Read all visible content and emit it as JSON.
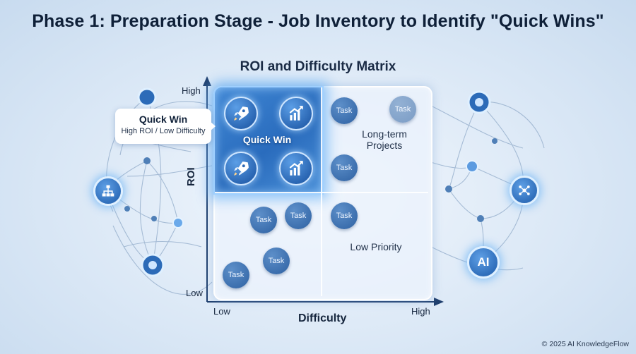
{
  "title": "Phase 1: Preparation Stage - Job Inventory to Identify \"Quick Wins\"",
  "matrix_title": "ROI and Difficulty Matrix",
  "axes": {
    "y_label": "ROI",
    "y_high": "High",
    "y_low": "Low",
    "x_label": "Difficulty",
    "x_low": "Low",
    "x_high": "High"
  },
  "quadrants": {
    "quick_win": "Quick Win",
    "long_term": "Long-term Projects",
    "low_priority": "Low Priority"
  },
  "callout": {
    "title": "Quick Win",
    "subtitle": "High ROI / Low Difficulty"
  },
  "task_label": "Task",
  "side_icons": {
    "ai_label": "AI"
  },
  "footer": "© 2025 AI KnowledgeFlow",
  "colors": {
    "quick_win_fill": "#2f72c2",
    "task_fill": "#3c6fae",
    "axis": "#1f3f6e"
  }
}
